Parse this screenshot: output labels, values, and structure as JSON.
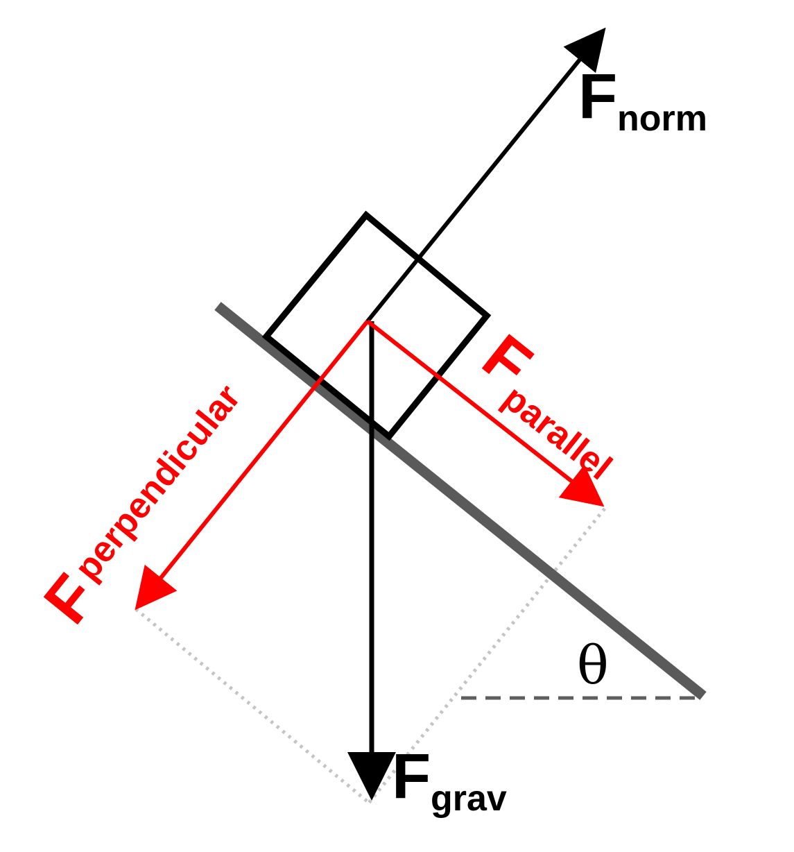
{
  "colors": {
    "background": "#ffffff",
    "force_black": "#000000",
    "component_red": "#ff0000",
    "incline_gray": "#5a5a5a",
    "dotted_guide": "#c4c4c4",
    "dashed_horizontal": "#5e5e5e"
  },
  "labels": {
    "normal": {
      "main": "F",
      "sub": "norm"
    },
    "gravity": {
      "main": "F",
      "sub": "grav"
    },
    "parallel": {
      "main": "F",
      "sub": "parallel"
    },
    "perpendicular": {
      "main": "F",
      "sub": "perpendicular"
    },
    "angle": "θ"
  }
}
